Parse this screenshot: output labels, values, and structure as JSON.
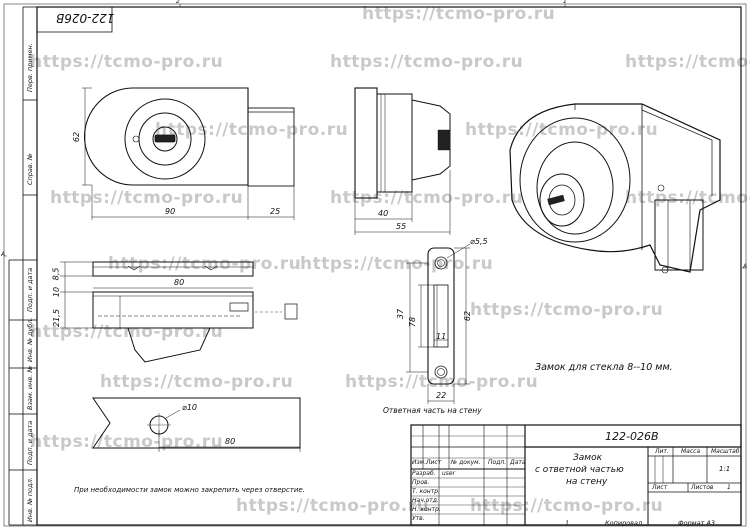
{
  "watermark": "https://tcmo-pro.ru",
  "drawing": {
    "code": "122-026B",
    "code_rotated": "122-026B",
    "caption_main": "Замок для стекла 8--10 мм.",
    "caption_strike": "Ответная часть на стену",
    "note": "При необходимости замок можно закрепить через отверстие.",
    "title_lines": [
      "Замок",
      "с ответной частью",
      "на стену"
    ]
  },
  "dimensions": {
    "d62": "62",
    "d90": "90",
    "d25": "25",
    "d40": "40",
    "d55": "55",
    "d80a": "80",
    "d80b": "80",
    "d8_5": "8,5",
    "d10": "10",
    "d21_5": "21,5",
    "d5_5": "⌀5,5",
    "d37": "37",
    "d78": "78",
    "d11": "11",
    "d62b": "62",
    "d22": "22",
    "d10_hole": "⌀10"
  },
  "zones": {
    "top": [
      "2",
      "1"
    ],
    "side": [
      "A",
      "A"
    ]
  },
  "side_labels": [
    "Перв. примен.",
    "Справ. №",
    "Подп. и дата",
    "Инв. № дубл.",
    "Взам. инв. №",
    "Подп. и дата",
    "Инв. № подл."
  ],
  "title_block": {
    "col_headers": [
      "Изм.",
      "Лист",
      "№ докум.",
      "Подп.",
      "Дата"
    ],
    "rows": [
      "Разраб.",
      "Пров.",
      "Т. контр.",
      "Нач.отд.",
      "Н. контр.",
      "Утв."
    ],
    "developer": "user",
    "lit": "Лит.",
    "mass": "Масса",
    "scale": "Масштаб",
    "scale_value": "1:1",
    "sheet": "Лист",
    "sheets": "Листов",
    "sheets_value": "1"
  },
  "footer": {
    "copy": "Копировал",
    "format": "Формат А3",
    "sheet_num": "1"
  }
}
